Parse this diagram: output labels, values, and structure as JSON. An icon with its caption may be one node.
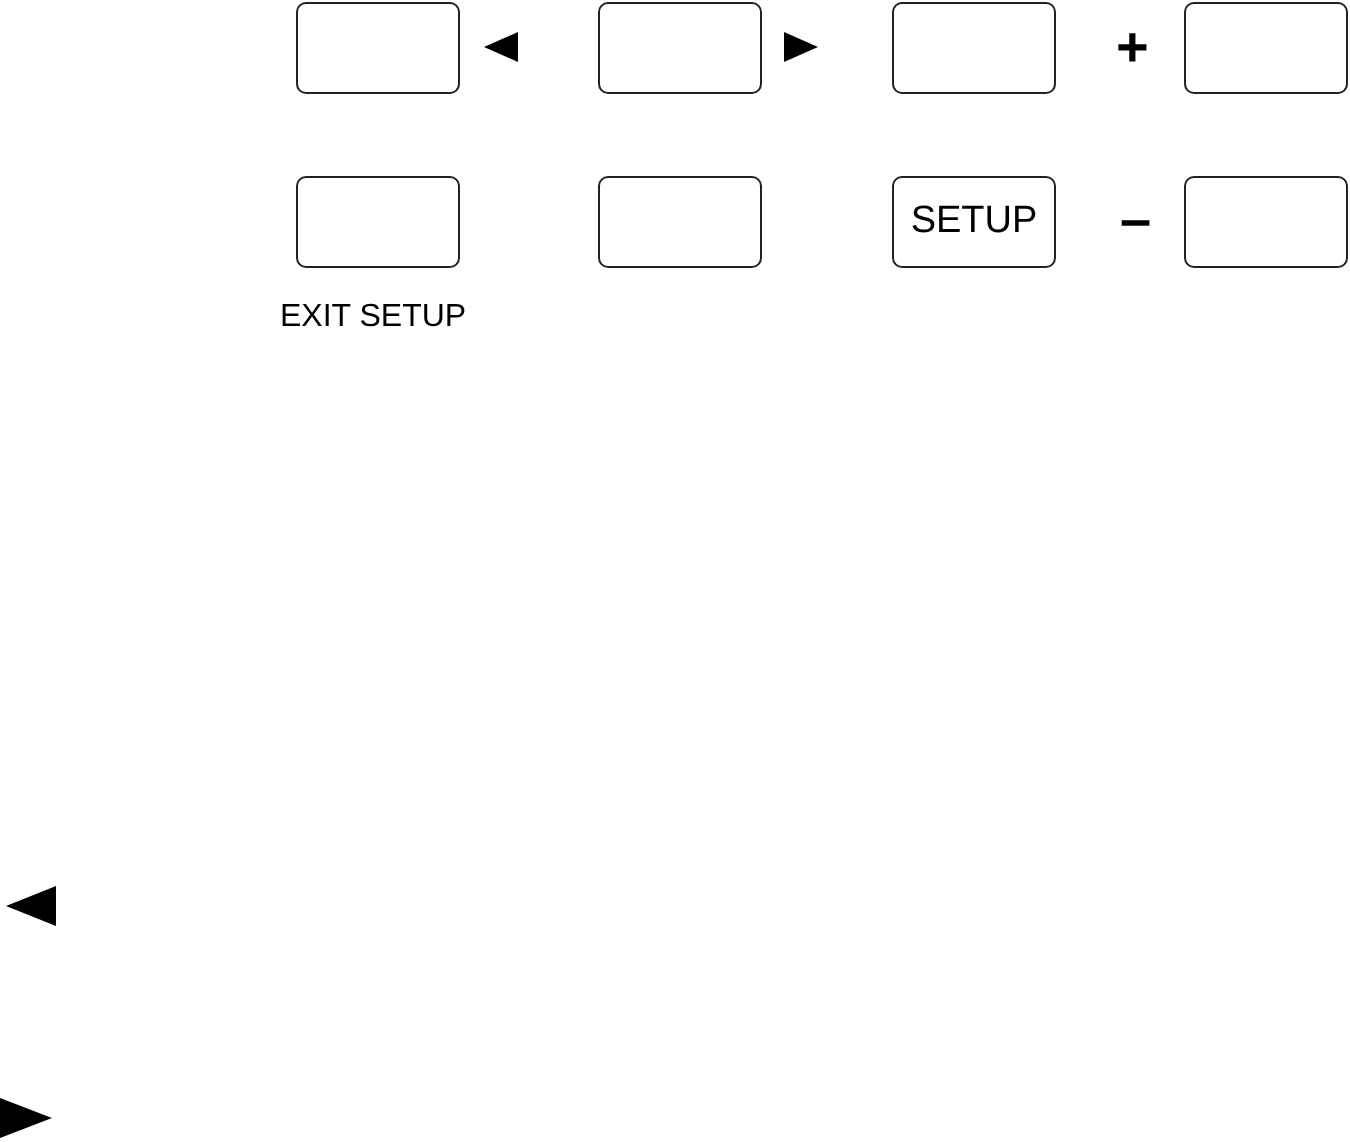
{
  "diagram": {
    "nodes": [
      {
        "text": [],
        "shape": "box"
      },
      {
        "text": [],
        "shape": "box"
      },
      {
        "text": [],
        "shape": "box"
      },
      {
        "text": [],
        "shape": "box"
      },
      {
        "text": [],
        "shape": "box",
        "beside": [
          "EXIT SETUP"
        ]
      },
      {
        "text": [],
        "shape": "box"
      },
      {
        "text": [
          "SETUP"
        ]
      },
      {
        "text": [],
        "shape": "box"
      }
    ],
    "labels": [
      "+",
      "–"
    ]
  }
}
